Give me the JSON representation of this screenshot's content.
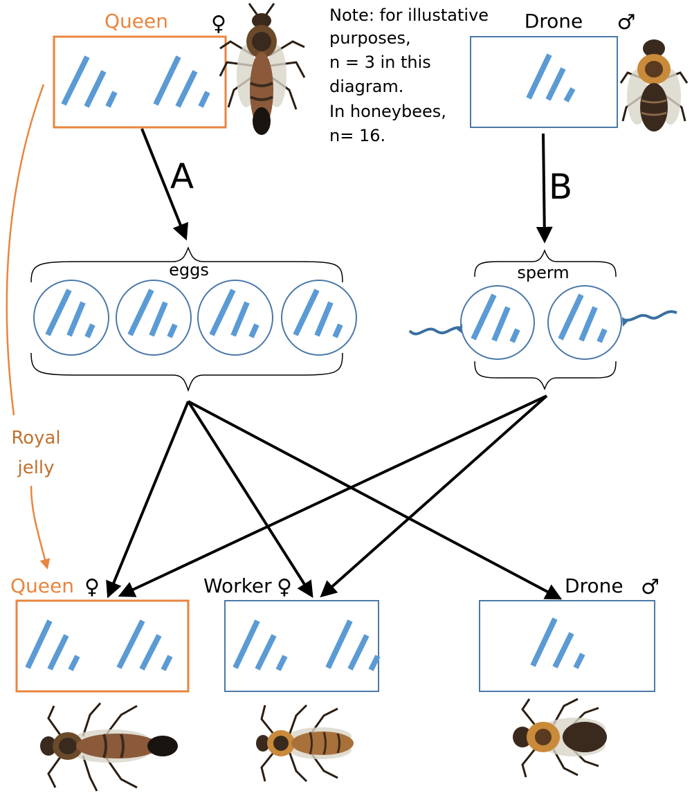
{
  "colors": {
    "queen": "#e8853f",
    "royal_jelly": "#c0712e",
    "box_blue": "#4a78a8",
    "chromosome": "#5b9bd5",
    "arrow": "#000000",
    "bee_body": "#3a2a1e",
    "bee_fur": "#c98a3a",
    "bee_wing": "#d8d4c8"
  },
  "parents": {
    "queen": {
      "label": "Queen",
      "symbol": "♀"
    },
    "drone": {
      "label": "Drone",
      "symbol": "♂"
    }
  },
  "note": {
    "lines": [
      "Note: for illustative",
      "purposes,",
      "n = 3 in this",
      "diagram.",
      "In honeybees,",
      "n= 16."
    ]
  },
  "arrows": {
    "a": "A",
    "b": "B"
  },
  "gametes": {
    "eggs": "eggs",
    "sperm": "sperm"
  },
  "royal_jelly": {
    "line1": "Royal",
    "line2": "jelly"
  },
  "offspring": {
    "queen": {
      "label": "Queen",
      "symbol": "♀"
    },
    "worker": {
      "label": "Worker",
      "symbol": "♀"
    },
    "drone": {
      "label": "Drone",
      "symbol": "♂"
    }
  }
}
